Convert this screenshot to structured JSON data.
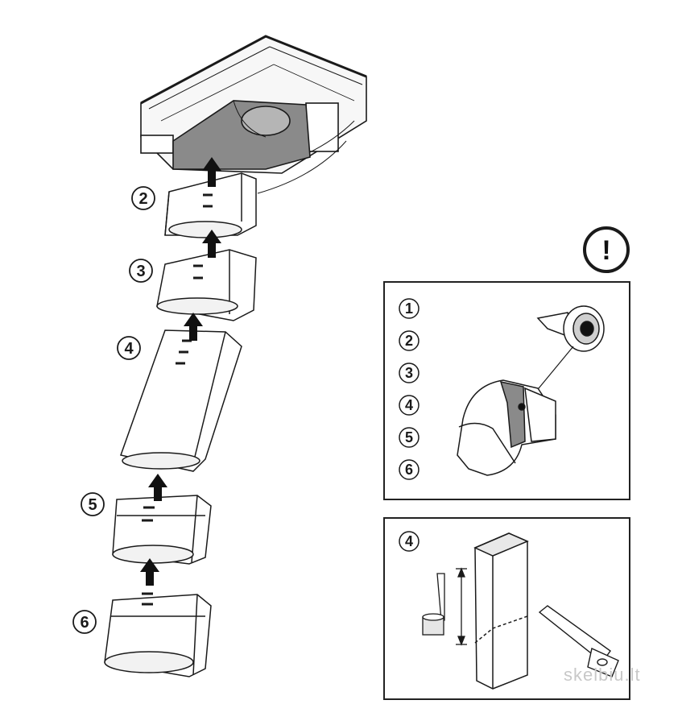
{
  "steps": [
    "2",
    "3",
    "4",
    "5",
    "6"
  ],
  "warning_symbol": "!",
  "tape_panel": {
    "labels": [
      "1",
      "2",
      "3",
      "4",
      "5",
      "6"
    ]
  },
  "cut_panel": {
    "label": "4"
  },
  "watermark": "skelbiu.lt",
  "colors": {
    "line": "#1a1a1a",
    "duct_gray": "#8a8a8a",
    "arrow": "#111111",
    "panel_border": "#222222"
  }
}
